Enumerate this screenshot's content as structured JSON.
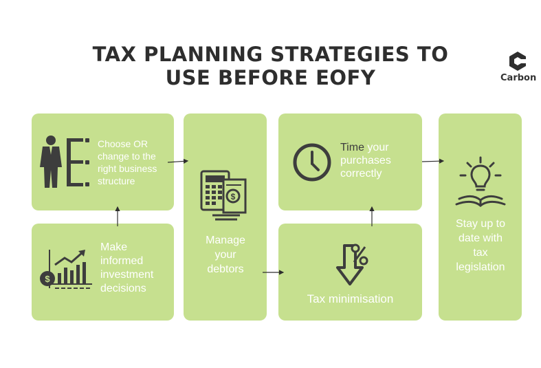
{
  "title": {
    "line1": "TAX PLANNING STRATEGIES TO",
    "line2": "USE BEFORE EOFY"
  },
  "brand": {
    "name": "Carbon"
  },
  "colors": {
    "box": "#c6e08f",
    "text": "#ffffff",
    "icon": "#3d3d3d",
    "title": "#2e2e2e"
  },
  "steps": {
    "structure": {
      "label": "Choose OR change to the right business structure",
      "icon": "businessman-icon"
    },
    "investment": {
      "label": "Make informed investment decisions",
      "icon": "investment-chart-icon"
    },
    "debtors": {
      "label": "Manage your debtors",
      "icon": "calculator-invoice-icon"
    },
    "purchases": {
      "word1": "Time",
      "rest": " your purchases correctly",
      "icon": "clock-icon"
    },
    "minimisation": {
      "label": "Tax minimisation",
      "icon": "percent-down-arrow-icon"
    },
    "legislation": {
      "label": "Stay up to date with tax legislation",
      "icon": "lightbulb-book-icon"
    }
  }
}
